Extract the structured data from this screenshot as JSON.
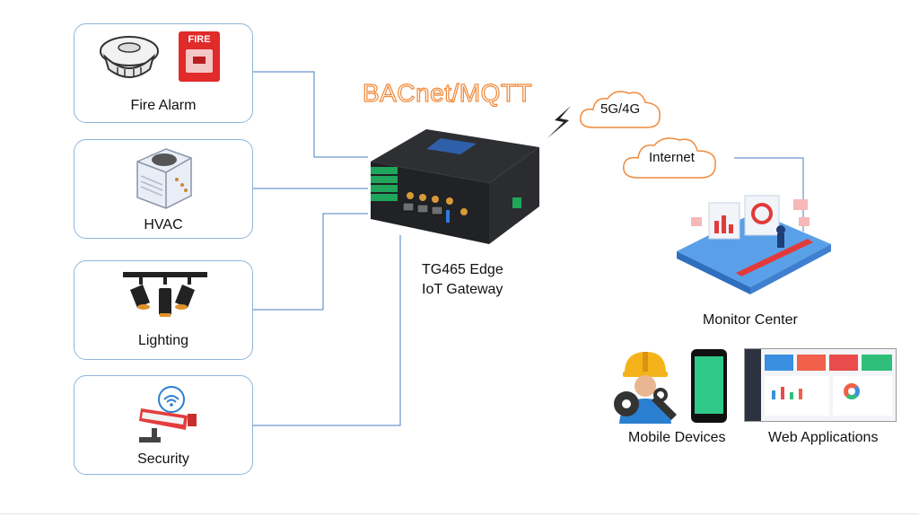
{
  "devices": [
    {
      "id": "fire",
      "label": "Fire Alarm",
      "icon": "fire-alarm-icon"
    },
    {
      "id": "hvac",
      "label": "HVAC",
      "icon": "hvac-unit-icon"
    },
    {
      "id": "lighting",
      "label": "Lighting",
      "icon": "track-light-icon"
    },
    {
      "id": "security",
      "label": "Security",
      "icon": "security-camera-icon"
    }
  ],
  "fire_sign_text": "FIRE",
  "protocol": "BACnet/MQTT",
  "gateway": {
    "line1": "TG465 Edge",
    "line2": "IoT Gateway"
  },
  "network": {
    "cellular": "5G/4G",
    "internet": "Internet"
  },
  "monitor_center": "Monitor Center",
  "mobile_devices": "Mobile Devices",
  "web_applications": "Web Applications",
  "colors": {
    "box_border": "#8fb6dc",
    "connector": "#4a7fc0",
    "cloud": "#f08a3c",
    "protocol": "#f08a3c"
  }
}
